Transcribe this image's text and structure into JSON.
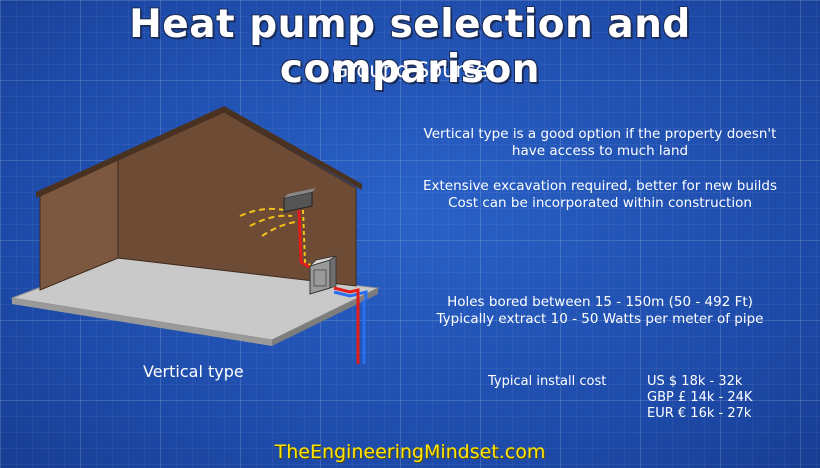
{
  "title": "Heat pump selection and comparison",
  "subtitle": "Ground Source",
  "info": {
    "paragraph1": [
      "Vertical type is a good option if the property doesn't",
      "have access to much land"
    ],
    "paragraph2": [
      "Extensive excavation required, better for new builds",
      "Cost can be incorporated within construction"
    ],
    "paragraph3": [
      "Holes bored between 15 - 150m (50 - 492 Ft)",
      "Typically extract 10 - 50 Watts per meter of pipe"
    ]
  },
  "diagram": {
    "label": "Vertical type",
    "colors": {
      "hot_pipe": "#e21b1b",
      "cold_pipe": "#2a6ff0",
      "air_flow": "#f2c21a",
      "wall": "#6b4a34",
      "floor": "#c8c8c8"
    }
  },
  "cost": {
    "label": "Typical install cost",
    "items": [
      "US $ 18k - 32k",
      "GBP £ 14k - 24K",
      "EUR € 16k - 27k"
    ]
  },
  "footer": "TheEngineeringMindset.com"
}
